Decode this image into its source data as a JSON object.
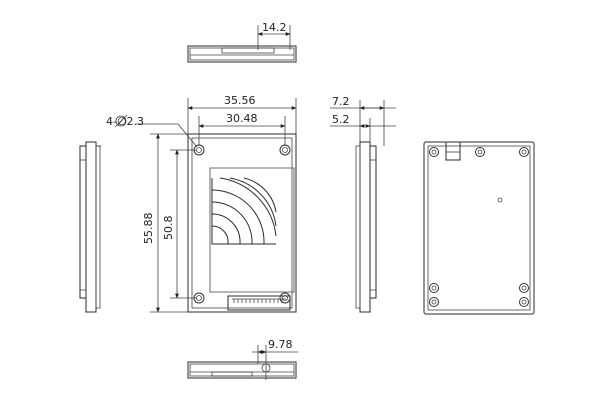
{
  "dimensions": {
    "top_view_width": "14.2",
    "overall_width": "35.56",
    "hole_spacing": "30.48",
    "holes": "4-∅2.3",
    "overall_height": "55.88",
    "hole_height": "50.8",
    "side_total": "7.2",
    "side_body": "5.2",
    "bottom_offset": "9.78"
  }
}
